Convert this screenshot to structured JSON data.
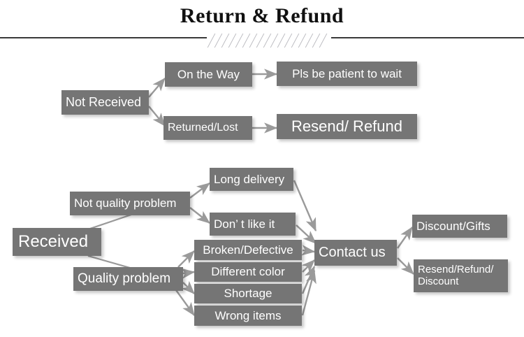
{
  "header": {
    "title": "Return & Refund",
    "divider_icon": "hatched-divider"
  },
  "flow": {
    "not_received": {
      "label": "Not Received",
      "branches": [
        {
          "label": "On the Way",
          "result": "Pls be patient to wait"
        },
        {
          "label": "Returned/Lost",
          "result": "Resend/ Refund"
        }
      ]
    },
    "received": {
      "label": "Received",
      "branches": [
        {
          "label": "Not quality problem",
          "reasons": [
            "Long delivery",
            "Don’  t like it"
          ]
        },
        {
          "label": "Quality problem",
          "reasons": [
            "Broken/Defective",
            "Different color",
            "Shortage",
            "Wrong items"
          ]
        }
      ],
      "action": "Contact us",
      "outcomes": [
        "Discount/Gifts",
        "Resend/Refund/\nDiscount"
      ]
    }
  },
  "colors": {
    "node_fill": "#757575",
    "node_text": "#ffffff",
    "connector": "#9a9a9a",
    "rule": "#3a3a3a",
    "hatch": "#b6b6bc"
  }
}
